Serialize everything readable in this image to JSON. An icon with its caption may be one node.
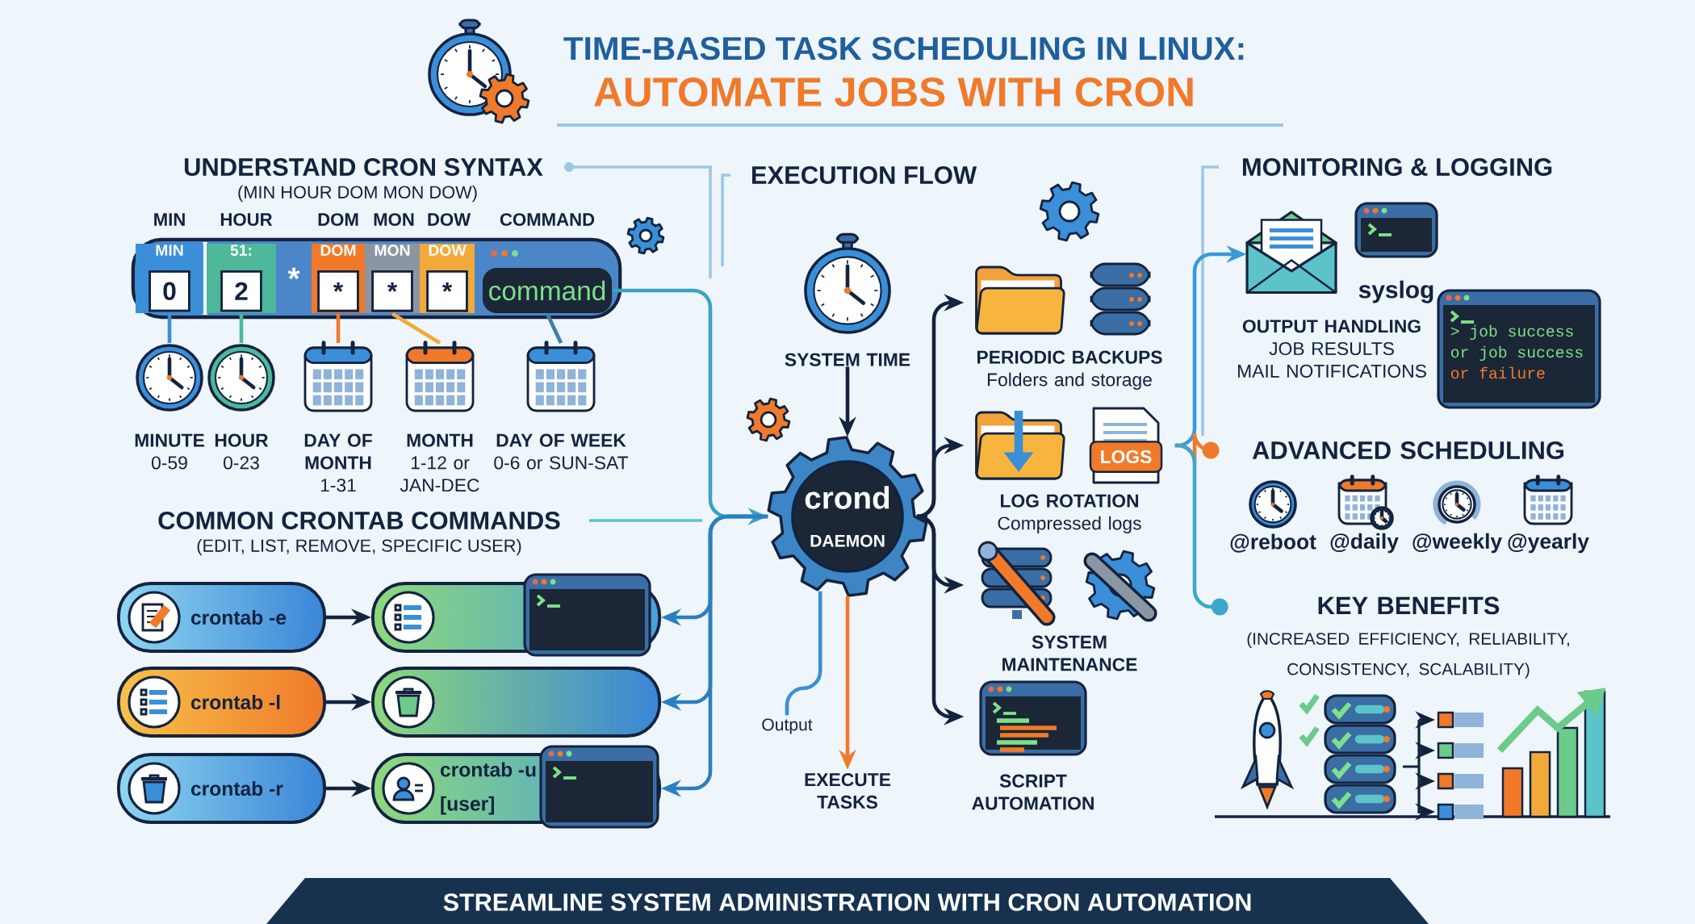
{
  "diagram": {
    "title": "TIME-BASED TASK SCHEDULING IN LINUX:",
    "caption": "STREAMLINE SYSTEM ADMINISTRATION WITH CRON AUTOMATION",
    "nodes": [
      {
        "text": [],
        "shape": "box"
      },
      {
        "text": [
          "MIN",
          "0"
        ],
        "in": 0
      },
      {
        "text": [
          "51:",
          "2"
        ],
        "in": 0
      },
      {
        "text": [
          "*"
        ],
        "in": 0
      },
      {
        "text": [
          "DOM",
          "*"
        ],
        "in": 0
      },
      {
        "text": [
          "MON",
          "*"
        ],
        "in": 0
      },
      {
        "text": [
          "DOW",
          "*"
        ],
        "in": 0
      },
      {
        "text": [
          "command"
        ],
        "in": 0
      },
      {
        "text": [
          "MINUTE",
          "0-59"
        ]
      },
      {
        "text": [
          "HOUR",
          "0-23"
        ]
      },
      {
        "text": [
          "DAY OF MONTH",
          "1-31"
        ]
      },
      {
        "text": [
          "MONTH",
          "1-12 or JAN-DEC"
        ]
      },
      {
        "text": [
          "DAY OF WEEK",
          "0-6 or SUN-SAT"
        ]
      },
      {
        "text": [
          "SYSTEM TIME"
        ]
      },
      {
        "text": [
          "crond",
          "DAEMON"
        ]
      },
      {
        "text": [
          "EXECUTE TASKS"
        ]
      },
      {
        "text": [
          "Output"
        ]
      },
      {
        "text": [
          "PERIODIC BACKUPS",
          "Folders and storage"
        ]
      },
      {
        "text": [
          "LOG ROTATION",
          "Compressed logs"
        ]
      },
      {
        "text": [
          "SYSTEM MAINTENANCE"
        ]
      },
      {
        "text": [
          "SCRIPT AUTOMATION"
        ]
      },
      {
        "text": [
          "crontab -e"
        ]
      },
      {
        "text": [
          "crontab -l"
        ]
      },
      {
        "text": [
          "crontab -r"
        ]
      },
      {
        "text": [],
        "shape": "box"
      },
      {
        "text": [],
        "shape": "box"
      },
      {
        "text": [
          "crontab -u [user]"
        ]
      },
      {
        "text": [],
        "shape": "picture"
      },
      {
        "text": [
          "syslog"
        ]
      },
      {
        "text": [
          "OUTPUT HANDLING",
          "JOB RESULTS",
          "MAIL NOTIFICATIONS"
        ]
      },
      {
        "text": [
          "> job success",
          "or job success",
          "or failure"
        ]
      },
      {
        "text": [
          "ADVANCED SCHEDULING"
        ]
      },
      {
        "text": [
          "KEY BENEFITS",
          "(INCREASED EFFICIENCY, RELIABILITY, CONSISTENCY, SCALABILITY)"
        ]
      }
    ],
    "edges": [
      {
        "from": 1,
        "to": 8,
        "arrow": "none",
        "color": "#3a8fd8"
      },
      {
        "from": 2,
        "to": 9,
        "arrow": "none",
        "color": "#4db89a"
      },
      {
        "from": 4,
        "to": 10,
        "arrow": "none",
        "color": "#f07a2a"
      },
      {
        "from": 5,
        "to": 11,
        "arrow": "none",
        "color": "#f2a93b"
      },
      {
        "from": 7,
        "to": 12,
        "arrow": "none",
        "color": "#3a7fb0"
      },
      {
        "from": 7,
        "to": 14,
        "arrow": "to",
        "color": "#3aa3c0"
      },
      {
        "from": 13,
        "to": 14,
        "arrow": "to"
      },
      {
        "from": 14,
        "to": 15,
        "arrow": "to",
        "color": "#f07a2a"
      },
      {
        "from": 14,
        "to": 16,
        "arrow": "none",
        "color": "#3a8fd8"
      },
      {
        "from": 14,
        "to": 17,
        "arrow": "to"
      },
      {
        "from": 14,
        "to": 18,
        "arrow": "to"
      },
      {
        "from": 14,
        "to": 19,
        "arrow": "to"
      },
      {
        "from": 14,
        "to": 20,
        "arrow": "to"
      },
      {
        "from": 21,
        "to": 24,
        "arrow": "to"
      },
      {
        "from": 22,
        "to": 25,
        "arrow": "to"
      },
      {
        "from": 23,
        "to": 26,
        "arrow": "to"
      },
      {
        "from": 14,
        "to": 24,
        "arrow": "to",
        "color": "#2b7fc0"
      },
      {
        "from": 14,
        "to": 25,
        "arrow": "to",
        "color": "#2b7fc0"
      },
      {
        "from": 14,
        "to": 26,
        "arrow": "to",
        "color": "#2b7fc0"
      },
      {
        "from": 18,
        "to": 27,
        "arrow": "to",
        "color": "#3a9ad8"
      },
      {
        "from": 18,
        "to": 31,
        "arrow": "other",
        "color": "#f07a2a"
      },
      {
        "from": 18,
        "to": 32,
        "arrow": "other",
        "color": "#3aa9c8"
      }
    ],
    "labels": [
      "AUTOMATE JOBS WITH CRON",
      "UNDERSTAND CRON SYNTAX",
      "(MIN HOUR DOM MON DOW)",
      "MIN",
      "HOUR",
      "DOM",
      "MON",
      "DOW",
      "COMMAND",
      "EXECUTION FLOW",
      "COMMON CRONTAB COMMANDS",
      "(EDIT, LIST, REMOVE, SPECIFIC USER)",
      "MONITORING & LOGGING",
      "@reboot",
      "@daily",
      "@weekly",
      "@yearly",
      "LOGS"
    ]
  }
}
